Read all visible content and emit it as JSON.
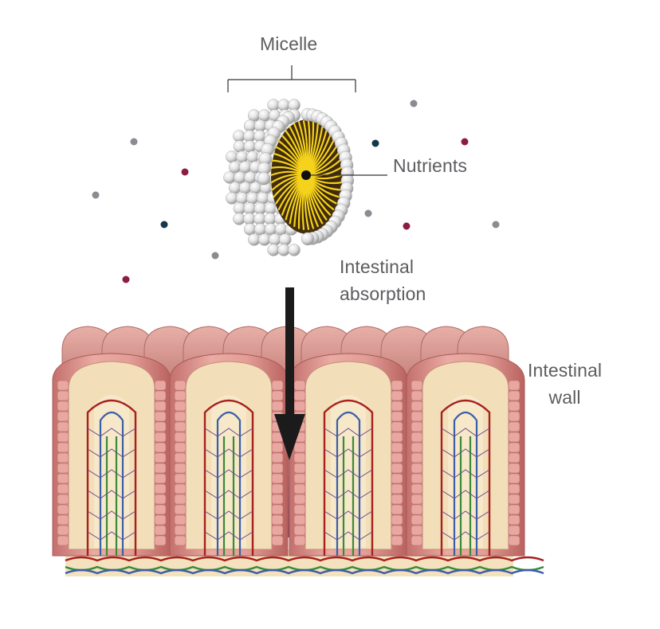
{
  "labels": {
    "micelle": "Micelle",
    "nutrients": "Nutrients",
    "absorption_line1": "Intestinal",
    "absorption_line2": "absorption",
    "wall_line1": "Intestinal",
    "wall_line2": "wall"
  },
  "colors": {
    "label_text": "#5d5d61",
    "leader_line": "#333333",
    "arrow": "#1b1b1b",
    "particle_gray": "#8a8c92",
    "particle_red": "#8b1e3f",
    "particle_navy": "#13384b",
    "micelle_shell": "#e4e4e4",
    "micelle_core": "#f5d21c",
    "villus_pink": "#d88f8a",
    "tissue_cream": "#f2deb8",
    "vessel_red": "#a82020",
    "vessel_blue": "#3a5ea8",
    "vessel_green": "#3a8a3a"
  }
}
